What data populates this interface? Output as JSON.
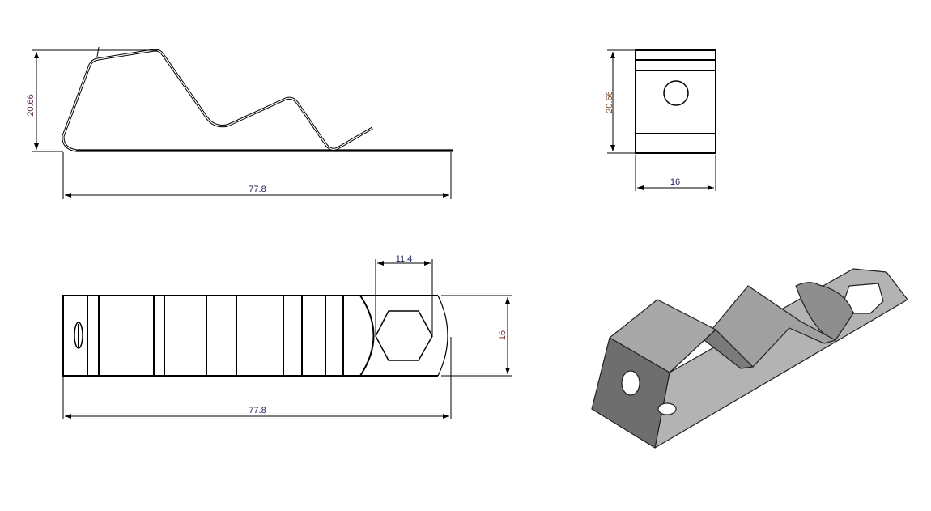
{
  "drawing": {
    "side_view": {
      "height_dim": "20.66",
      "length_dim": "77.8"
    },
    "end_view": {
      "height_dim": "20.66",
      "width_dim": "16"
    },
    "top_view": {
      "length_dim": "77.8",
      "width_dim": "16",
      "hex_dim": "11.4"
    },
    "iso_view": {
      "shade_dark": "#6e6e6e",
      "shade_mid": "#9a9a9a",
      "shade_light": "#b8b8b8"
    }
  },
  "colors": {
    "line": "#000000",
    "dim_text_blue": "#1c1c5c",
    "dim_text_red": "#7a2a2a",
    "dim_text_purple": "#5a2a55"
  }
}
